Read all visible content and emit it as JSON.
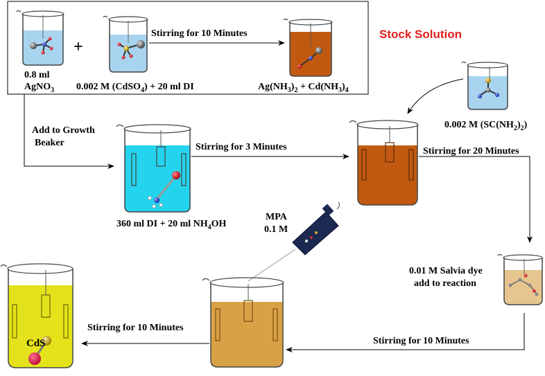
{
  "title": "Stock Solution",
  "colors": {
    "title": "#e0201e",
    "clear_solution": "#a8d4ef",
    "brown_solution": "#c15a10",
    "cyan_solution": "#24d4ee",
    "dye_solution": "#e6c58e",
    "orange_solution": "#d9a146",
    "yellow_solution": "#e4e21a"
  },
  "labels": {
    "agno3_amount": "0.8 ml",
    "agno3": "AgNO",
    "agno3_sub": "3",
    "plus": "+",
    "cdso4_pre": "0.002 M (CdSO",
    "cdso4_sub": "4",
    "cdso4_post": ") + 20 ml DI",
    "complex_a": "Ag(NH",
    "complex_a_sub1": "3",
    "complex_a_mid": ")",
    "complex_a_sub2": "2",
    "complex_plus": " + Cd(NH",
    "complex_b_sub1": "3",
    "complex_b_mid": ")",
    "complex_b_sub2": "4",
    "growth_1": "Add to Growth",
    "growth_2": "Beaker",
    "beaker2_pre": "360 ml DI + 20 ml NH",
    "beaker2_sub": "4",
    "beaker2_post": "OH",
    "thiourea_pre": "0.002 M (SC(NH",
    "thiourea_sub1": "2",
    "thiourea_mid": ")",
    "thiourea_sub2": "2",
    "thiourea_post": ")",
    "mpa_1": "MPA",
    "mpa_2": "0.1 M",
    "dye_1": "0.01 M Salvia dye",
    "dye_2": "add to reaction",
    "cds": "CdS"
  },
  "steps": {
    "stir_10_top": "Stirring for 10 Minutes",
    "stir_3": "Stirring for 3 Minutes",
    "stir_20": "Stirring for 20 Minutes",
    "stir_10_bottom_right": "Stirring for 10 Minutes",
    "stir_10_bottom_left": "Stirring for 10 Minutes"
  }
}
